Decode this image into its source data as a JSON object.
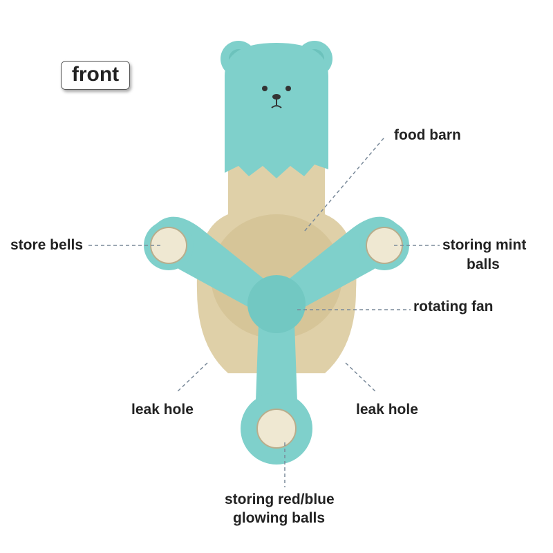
{
  "view_label": "front",
  "labels": {
    "food_barn": "food barn",
    "store_bells": "store bells",
    "storing_mint_line1": "storing mint",
    "storing_mint_line2": "balls",
    "rotating_fan": "rotating fan",
    "leak_hole_left": "leak hole",
    "leak_hole_right": "leak hole",
    "glowing_line1": "storing red/blue",
    "glowing_line2": "glowing balls"
  },
  "colors": {
    "teal": "#7fd0cb",
    "teal_dark": "#5fb8b3",
    "amber": "#d9c89c",
    "leader": "#7a8a9a"
  }
}
